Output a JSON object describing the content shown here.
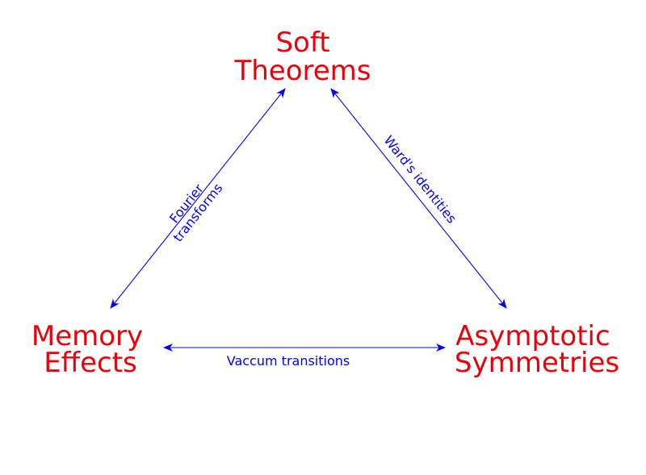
{
  "nodes": {
    "soft_theorems": {
      "line1": "Soft",
      "line2": "Theorems"
    },
    "memory_effects": {
      "line1": "Memory",
      "line2": "Effects"
    },
    "asymptotic_symmetries": {
      "line1": "Asymptotic",
      "line2": "Symmetries"
    }
  },
  "edges": {
    "fourier": {
      "line1": "Fourier",
      "line2": "transforms"
    },
    "wards": {
      "label": "Ward's identities"
    },
    "vacuum": {
      "label": "Vaccum transitions"
    }
  },
  "colors": {
    "node_text": "#e8000b",
    "edge": "#0000ff"
  }
}
